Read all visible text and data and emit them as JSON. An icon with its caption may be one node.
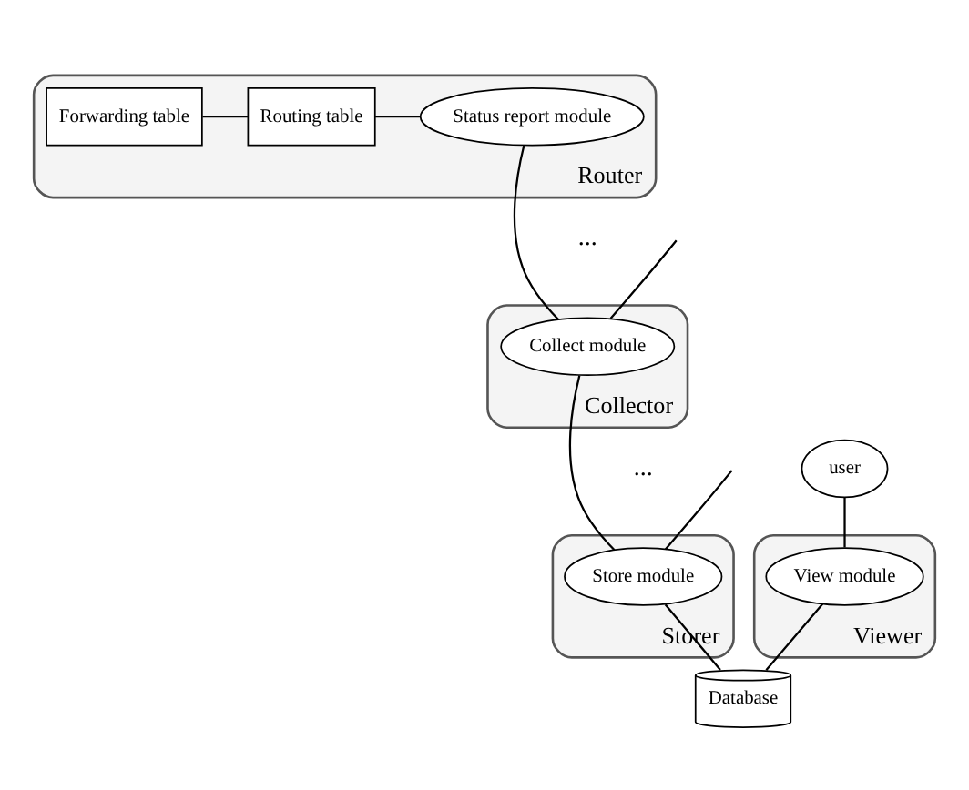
{
  "diagram": {
    "nodes": [
      {
        "text": [
          "Router"
        ]
      },
      {
        "text": [
          "Forwarding table"
        ],
        "in": 0
      },
      {
        "text": [
          "Routing table"
        ],
        "in": 0
      },
      {
        "text": [
          "Status report module"
        ],
        "in": 0
      },
      {
        "text": [
          "Collector"
        ]
      },
      {
        "text": [
          "Collect module"
        ],
        "in": 4
      },
      {
        "text": [
          "Viewer"
        ]
      },
      {
        "text": [
          "View module"
        ],
        "in": 6
      },
      {
        "text": [
          "Storer"
        ]
      },
      {
        "text": [
          "Store module"
        ],
        "in": 8
      },
      {
        "text": [
          "user"
        ]
      },
      {
        "text": [
          "Database"
        ]
      }
    ],
    "edges": [
      {
        "from": 1,
        "to": 2,
        "arrow": "none"
      },
      {
        "from": 2,
        "to": 3,
        "arrow": "none"
      },
      {
        "from": 3,
        "to": 5,
        "arrow": "none"
      },
      {
        "from": 5,
        "to": null,
        "arrow": "none"
      },
      {
        "from": 5,
        "to": 9,
        "arrow": "none"
      },
      {
        "from": 9,
        "to": null,
        "arrow": "none"
      },
      {
        "from": 10,
        "to": 7,
        "arrow": "none"
      },
      {
        "from": 7,
        "to": 11,
        "arrow": "none"
      },
      {
        "from": 9,
        "to": 11,
        "arrow": "none"
      }
    ],
    "labels": [
      "...",
      "..."
    ]
  }
}
